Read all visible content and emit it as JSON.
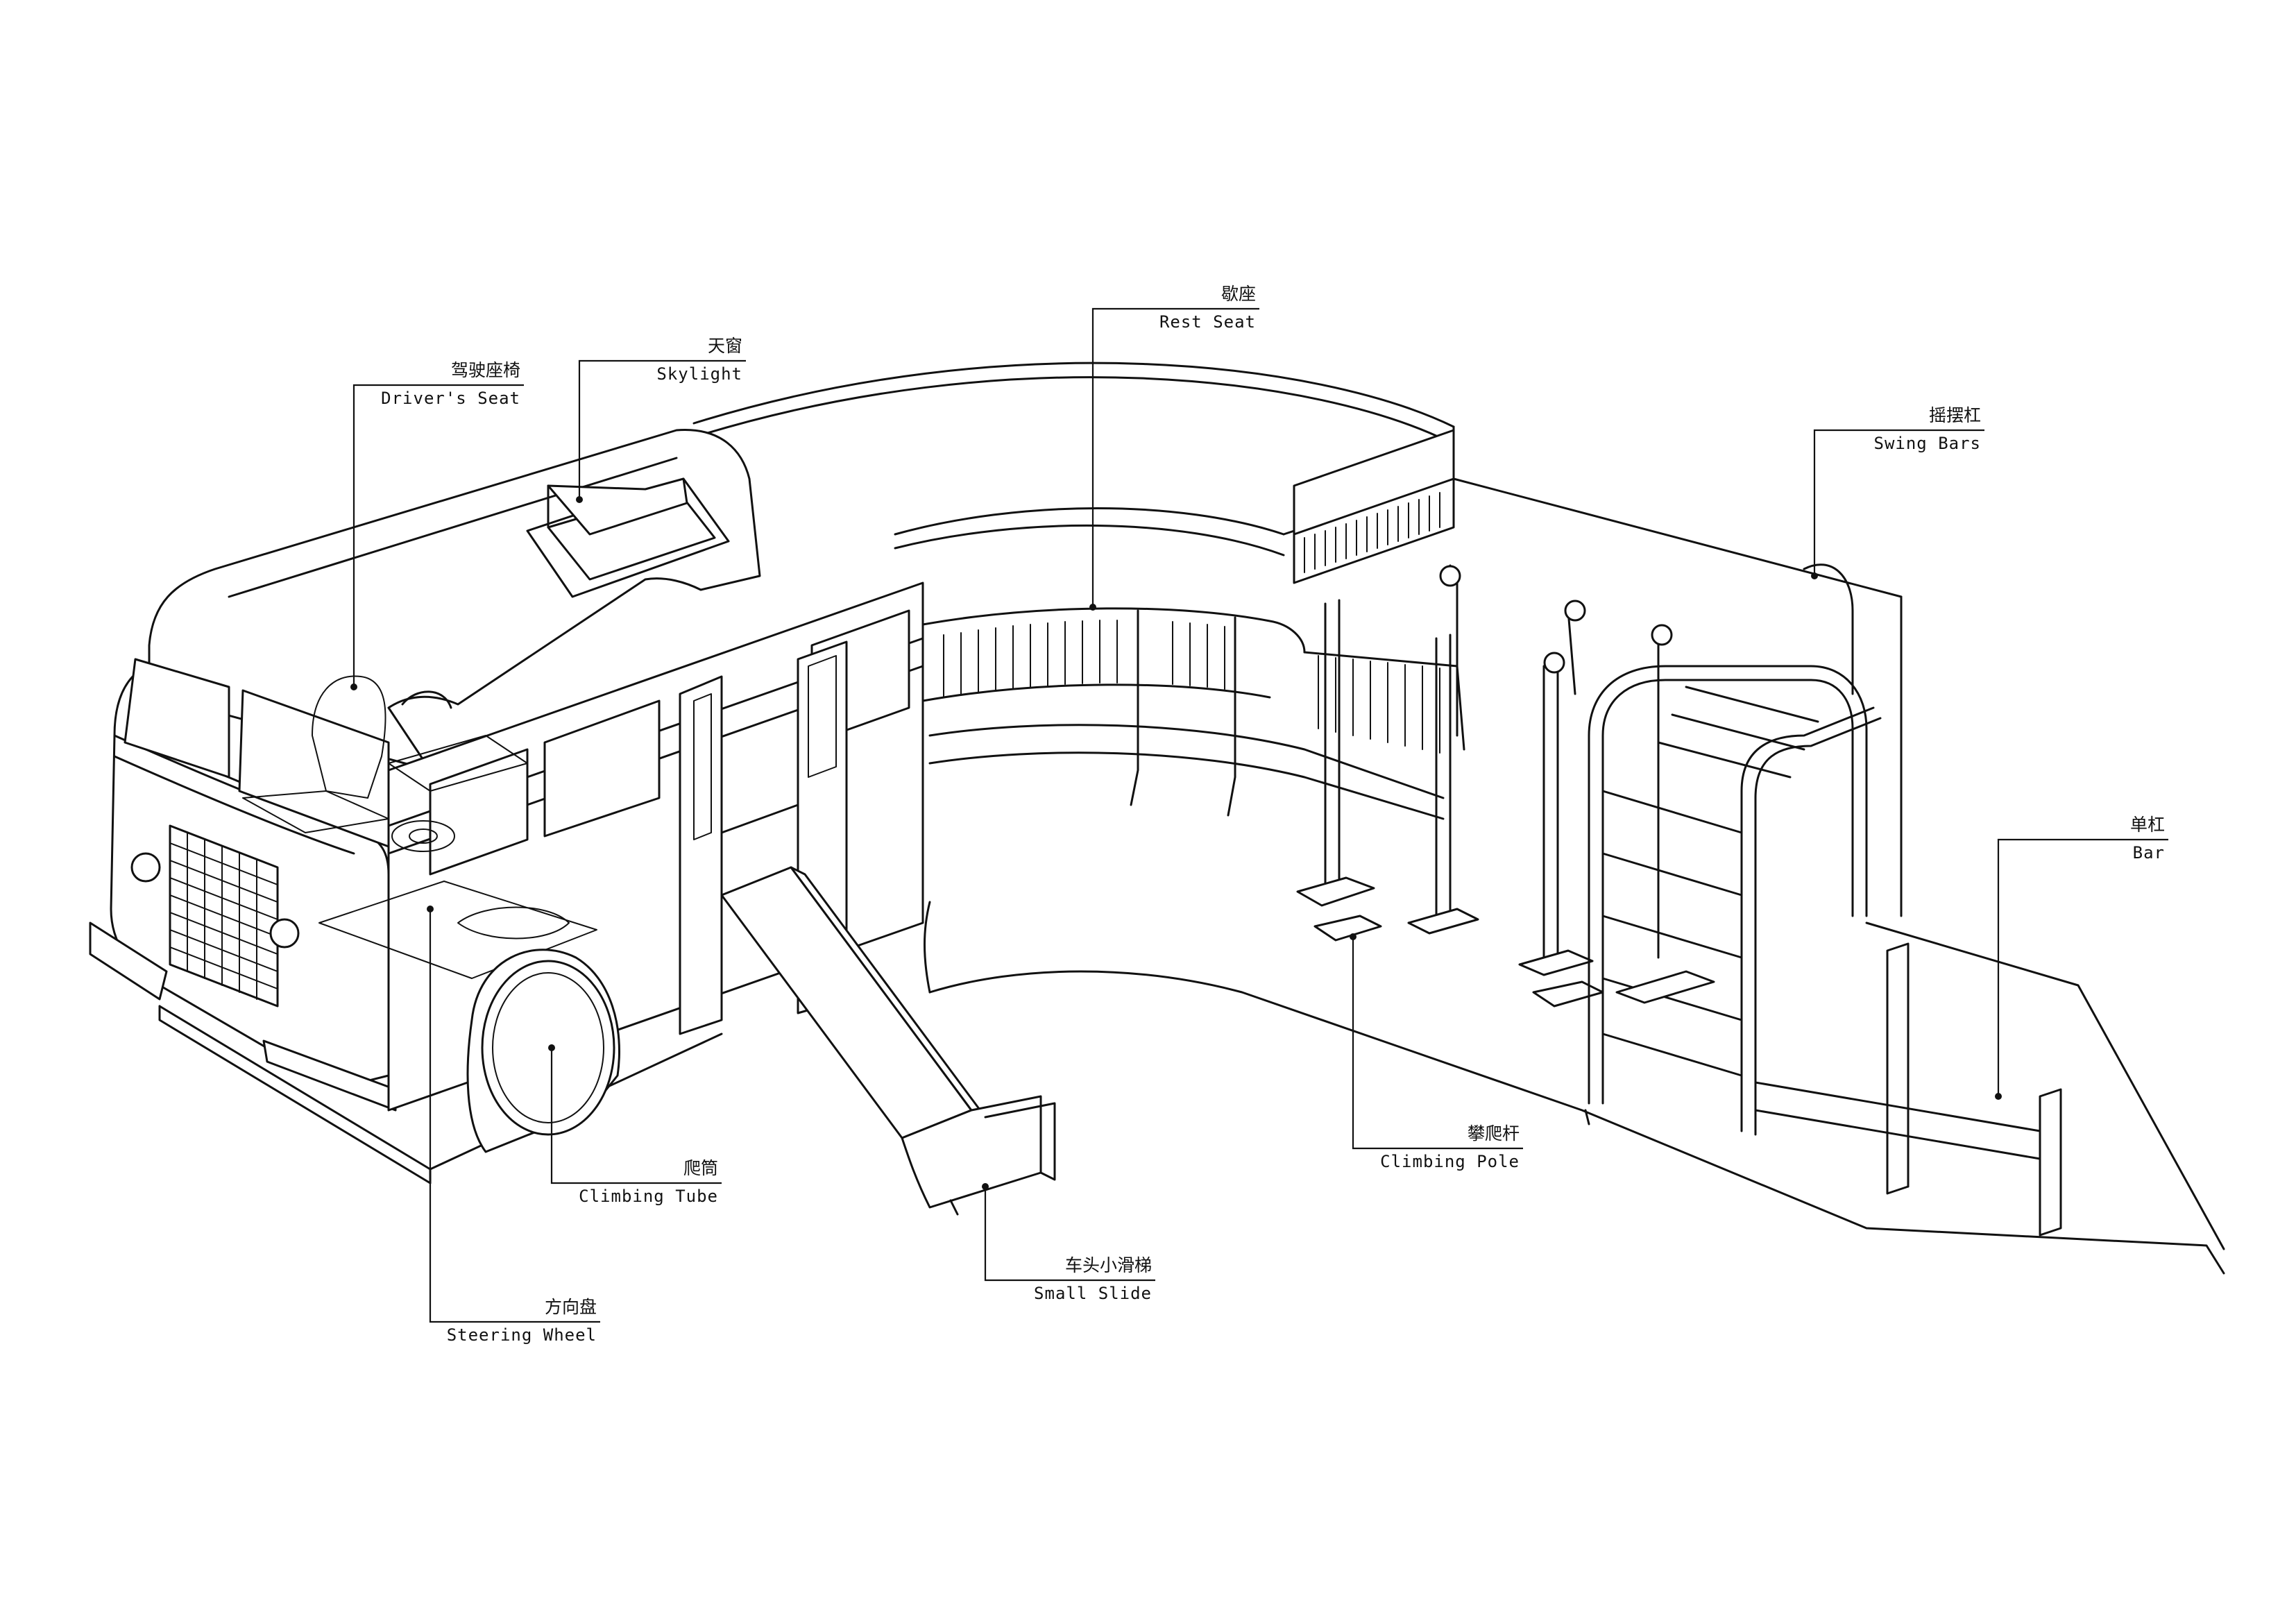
{
  "labels": {
    "drivers_seat": {
      "zh": "驾驶座椅",
      "en": "Driver's Seat"
    },
    "skylight": {
      "zh": "天窗",
      "en": "Skylight"
    },
    "rest_seat": {
      "zh": "歇座",
      "en": "Rest Seat"
    },
    "swing_bars": {
      "zh": "摇摆杠",
      "en": "Swing Bars"
    },
    "bar": {
      "zh": "单杠",
      "en": "Bar"
    },
    "climbing_pole": {
      "zh": "攀爬杆",
      "en": "Climbing Pole"
    },
    "small_slide": {
      "zh": "车头小滑梯",
      "en": "Small Slide"
    },
    "climbing_tube": {
      "zh": "爬筒",
      "en": "Climbing Tube"
    },
    "steering_wheel": {
      "zh": "方向盘",
      "en": "Steering Wheel"
    }
  },
  "colors": {
    "line": "#111111",
    "background": "#ffffff"
  }
}
